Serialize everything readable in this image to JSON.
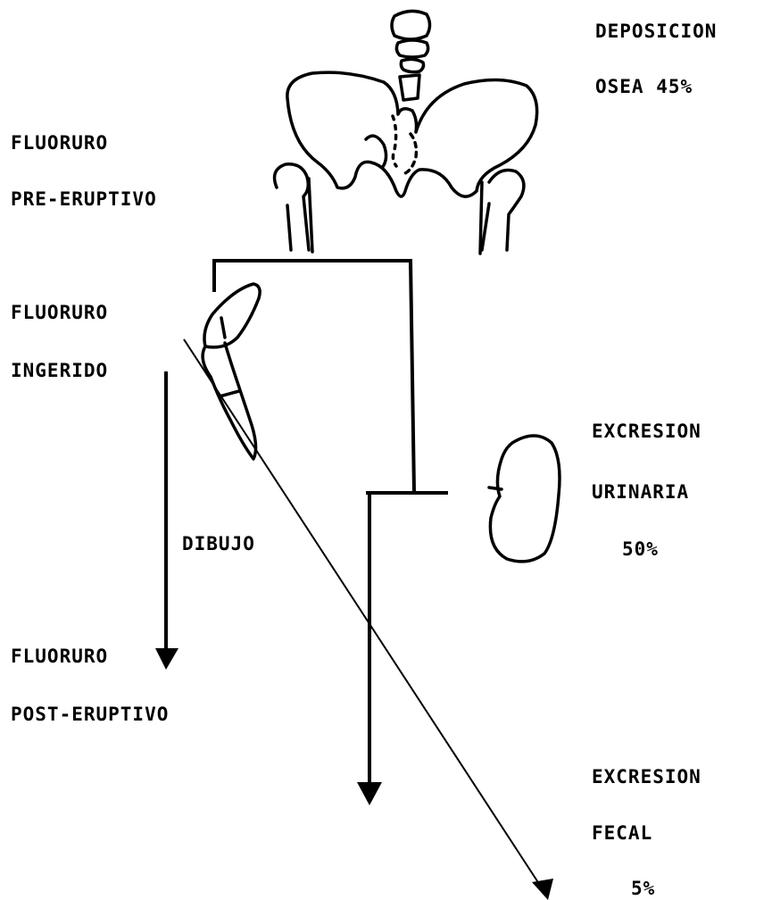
{
  "labels": {
    "deposicion": "DEPOSICION",
    "osea": "OSEA 45%",
    "fluoruro_1": "FLUORURO",
    "pre_eruptivo": "PRE-ERUPTIVO",
    "fluoruro_2": "FLUORURO",
    "ingerido": "INGERIDO",
    "excresion_1": "EXCRESION",
    "urinaria": "URINARIA",
    "pct_50": "50%",
    "dibujo": "DIBUJO",
    "fluoruro_3": "FLUORURO",
    "post_eruptivo": "POST-ERUPTIVO",
    "excresion_2": "EXCRESION",
    "fecal": "FECAL",
    "pct_5": "5%"
  },
  "colors": {
    "ink": "#000000",
    "background": "#ffffff"
  }
}
